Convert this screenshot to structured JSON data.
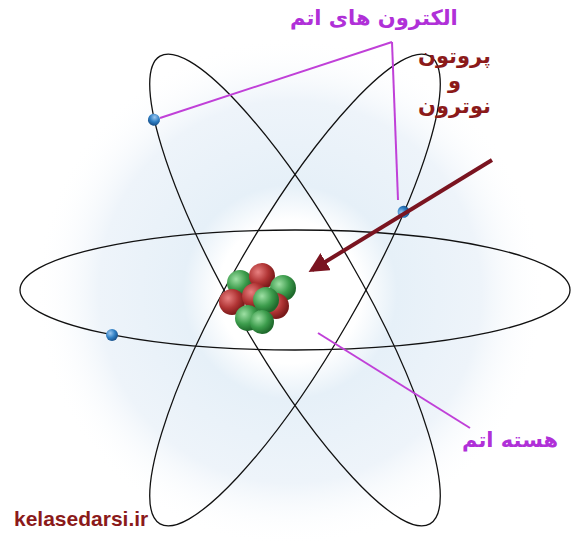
{
  "diagram": {
    "labels": [
      "الکترون های اتم",
      "پروتون و نوترون",
      "هسته اتم",
      "kelasedarsi.ir"
    ]
  }
}
